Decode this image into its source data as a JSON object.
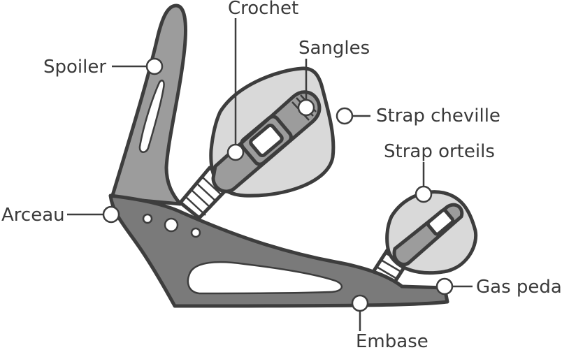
{
  "labels": {
    "spoiler": "Spoiler",
    "crochet": "Crochet",
    "sangles": "Sangles",
    "strap_cheville": "Strap cheville",
    "strap_orteils": "Strap orteils",
    "arceau": "Arceau",
    "gas_pedal": "Gas pedal",
    "embase": "Embase"
  },
  "colors": {
    "outline": "#3d3d3d",
    "dark_fill": "#7a7a7a",
    "mid_fill": "#9c9c9c",
    "light_fill": "#d9d9d9",
    "text": "#3a3a3a"
  }
}
